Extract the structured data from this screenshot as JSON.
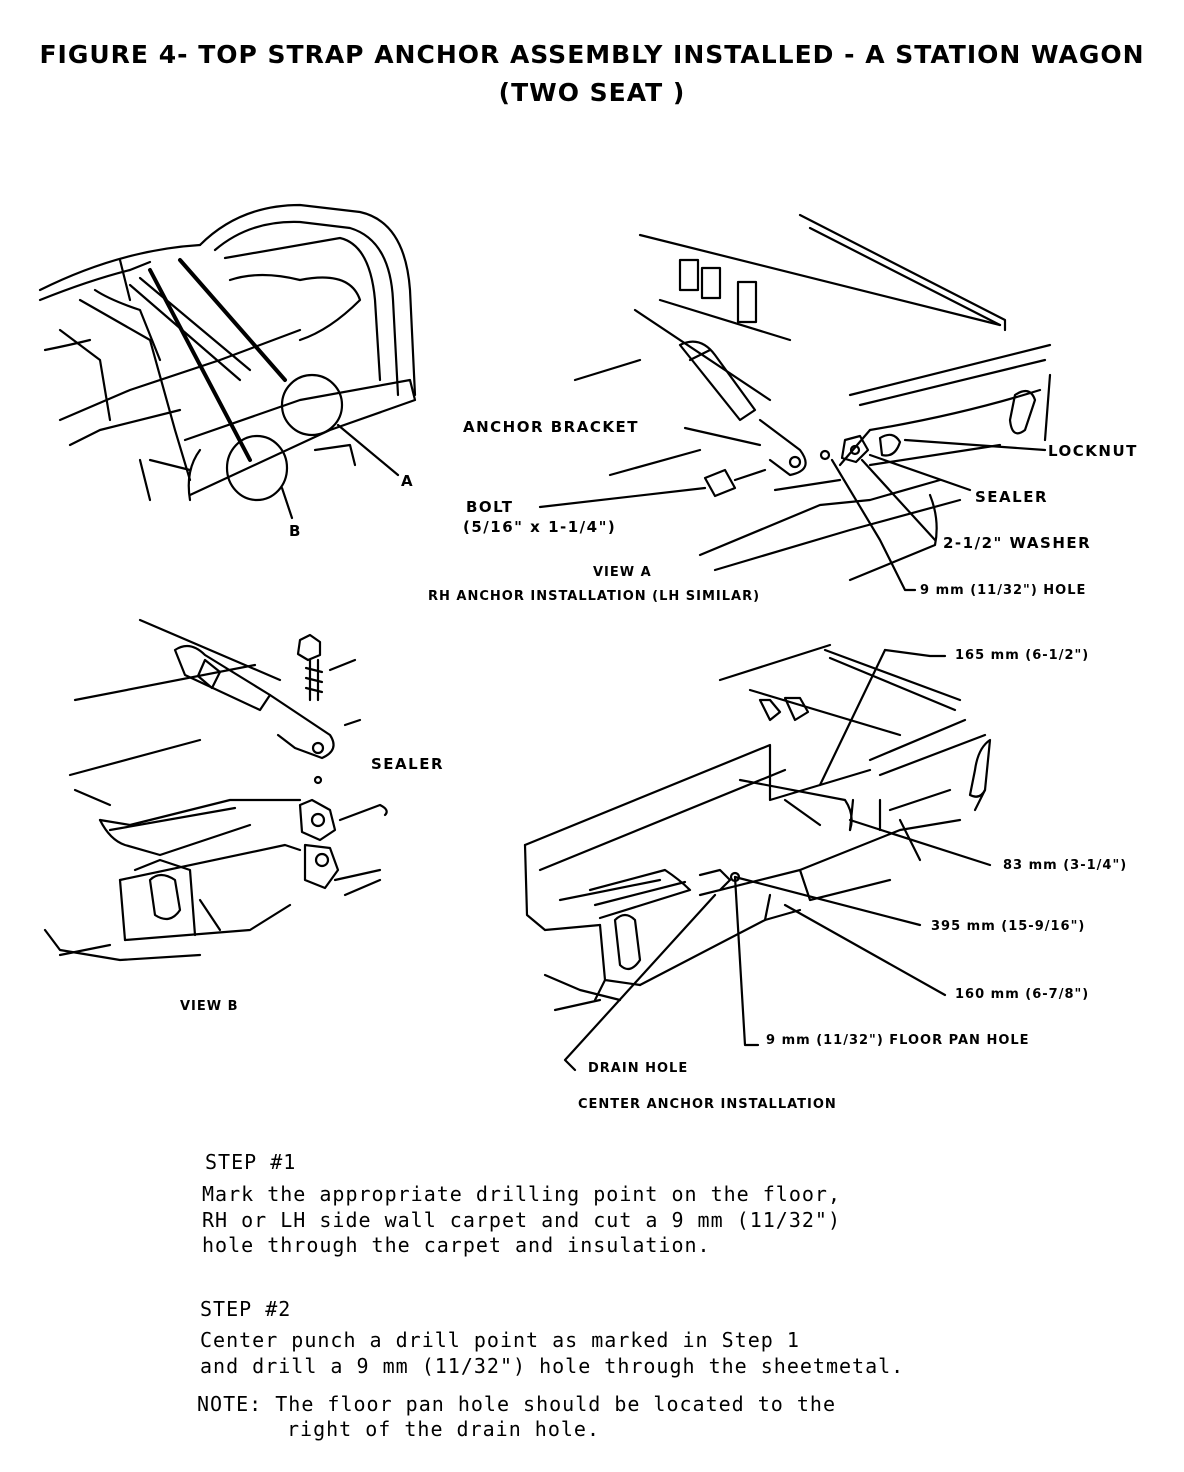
{
  "figure": {
    "title_line1": "FIGURE 4- TOP STRAP ANCHOR ASSEMBLY INSTALLED - A STATION WAGON",
    "title_line2": "(TWO SEAT )"
  },
  "overview": {
    "callout_a": "A",
    "callout_b": "B"
  },
  "view_a": {
    "anchor_bracket": "ANCHOR BRACKET",
    "bolt": "BOLT",
    "bolt_size": "(5/16\" x 1-1/4\")",
    "locknut": "LOCKNUT",
    "sealer": "SEALER",
    "washer": "2-1/2\" WASHER",
    "hole": "9 mm (11/32\") HOLE",
    "caption1": "VIEW A",
    "caption2": "RH ANCHOR INSTALLATION (LH SIMILAR)"
  },
  "view_b": {
    "sealer": "SEALER",
    "caption": "VIEW B"
  },
  "center": {
    "dim_165": "165 mm (6-1/2\")",
    "dim_83": "83 mm (3-1/4\")",
    "dim_395": "395 mm (15-9/16\")",
    "dim_160": "160 mm (6-7/8\")",
    "floor_hole": "9 mm (11/32\") FLOOR PAN HOLE",
    "drain_hole": "DRAIN HOLE",
    "caption": "CENTER ANCHOR INSTALLATION"
  },
  "steps": {
    "step1_heading": "STEP #1",
    "step1_line1": "Mark the appropriate drilling point on the floor,",
    "step1_line2": "RH or LH side wall carpet and cut a 9 mm (11/32\")",
    "step1_line3": "hole through the carpet and insulation.",
    "step2_heading": "STEP #2",
    "step2_line1": "Center punch a drill point as marked in Step 1",
    "step2_line2": "and drill a 9 mm (11/32\") hole through the sheetmetal.",
    "note_line1": "NOTE: The floor pan hole should be located to the",
    "note_line2": "right of the drain hole."
  }
}
